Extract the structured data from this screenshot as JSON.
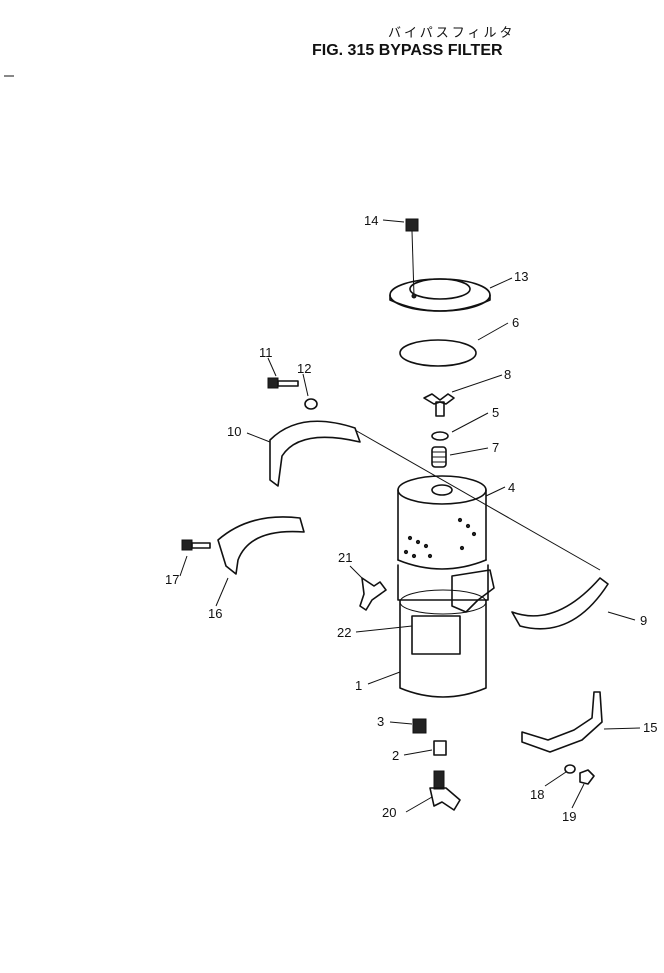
{
  "header": {
    "title_japanese": "バイパスフィルタ",
    "title": "FIG. 315  BYPASS FILTER"
  },
  "callouts": {
    "p1": "1",
    "p2": "2",
    "p3": "3",
    "p4": "4",
    "p5": "5",
    "p6": "6",
    "p7": "7",
    "p8": "8",
    "p9": "9",
    "p10": "10",
    "p11": "11",
    "p12": "12",
    "p13": "13",
    "p14": "14",
    "p15": "15",
    "p16": "16",
    "p17": "17",
    "p18": "18",
    "p19": "19",
    "p20": "20",
    "p21": "21",
    "p22": "22"
  }
}
